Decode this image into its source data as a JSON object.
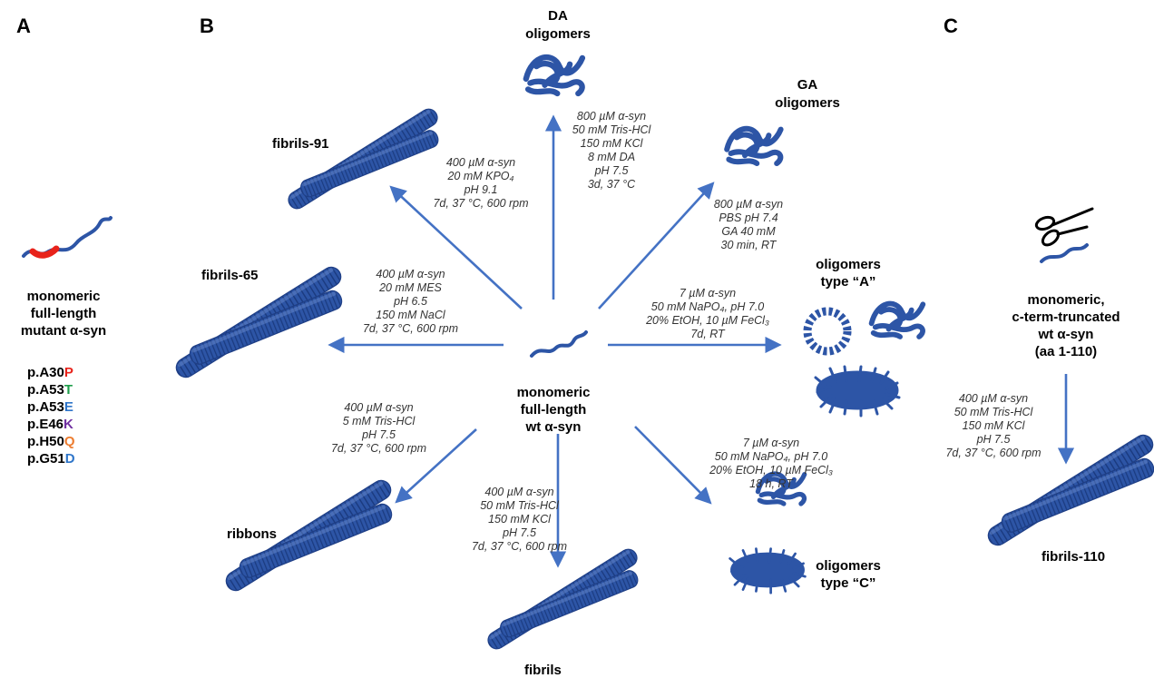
{
  "panels": {
    "a": "A",
    "b": "B",
    "c": "C"
  },
  "labels": {
    "da_oligomers": [
      "DA",
      "oligomers"
    ],
    "ga_oligomers": [
      "GA",
      "oligomers"
    ],
    "fibrils_91": "fibrils-91",
    "fibrils_65": "fibrils-65",
    "oligomers_a": [
      "oligomers",
      "type “A”"
    ],
    "oligomers_c": [
      "oligomers",
      "type “C”"
    ],
    "ribbons": "ribbons",
    "fibrils": "fibrils",
    "fibrils_110": "fibrils-110",
    "center": [
      "monomeric",
      "full-length",
      "wt α-syn"
    ],
    "mutant": [
      "monomeric",
      "full-length",
      "mutant α-syn"
    ],
    "truncated": [
      "monomeric,",
      "c-term-truncated",
      "wt α-syn",
      "(aa 1-110)"
    ]
  },
  "mutations": [
    {
      "prefix": "p.A30",
      "suffix": "P",
      "color": "#e8231b"
    },
    {
      "prefix": "p.A53",
      "suffix": "T",
      "color": "#1e9e4a"
    },
    {
      "prefix": "p.A53",
      "suffix": "E",
      "color": "#2f75c9"
    },
    {
      "prefix": "p.E46",
      "suffix": "K",
      "color": "#7030a0"
    },
    {
      "prefix": "p.H50",
      "suffix": "Q",
      "color": "#ed7d31"
    },
    {
      "prefix": "p.G51",
      "suffix": "D",
      "color": "#2f75c9"
    }
  ],
  "conditions": {
    "da": [
      "800 µM α-syn",
      "50 mM Tris-HCl",
      "150 mM KCl",
      "8 mM DA",
      "pH 7.5",
      "3d, 37 °C"
    ],
    "ga": [
      "800 µM α-syn",
      "PBS pH 7.4",
      "GA 40 mM",
      "30 min, RT"
    ],
    "f91": [
      "400 µM α-syn",
      "20 mM KPO₄",
      "pH 9.1",
      "7d, 37 °C, 600 rpm"
    ],
    "f65": [
      "400 µM α-syn",
      "20 mM MES",
      "pH 6.5",
      "150 mM NaCl",
      "7d, 37 °C, 600 rpm"
    ],
    "oa": [
      "7 µM α-syn",
      "50 mM NaPO₄, pH 7.0",
      "20% EtOH, 10 µM FeCl₃",
      "7d, RT"
    ],
    "oc": [
      "7 µM α-syn",
      "50 mM NaPO₄, pH 7.0",
      "20% EtOH, 10 µM FeCl₃",
      "18 h, RT"
    ],
    "ribbons": [
      "400 µM α-syn",
      "5 mM Tris-HCl",
      "pH 7.5",
      "7d, 37 °C, 600 rpm"
    ],
    "fibrils": [
      "400 µM α-syn",
      "50 mM Tris-HCl",
      "150 mM KCl",
      "pH 7.5",
      "7d, 37 °C, 600 rpm"
    ],
    "f110": [
      "400 µM α-syn",
      "50 mM Tris-HCl",
      "150 mM KCl",
      "pH 7.5",
      "7d, 37 °C, 600 rpm"
    ]
  },
  "colors": {
    "protein": "#2d55a6",
    "arrow": "#4472c4",
    "mutation_highlight": "#e8231b",
    "scissors": "#000000"
  }
}
